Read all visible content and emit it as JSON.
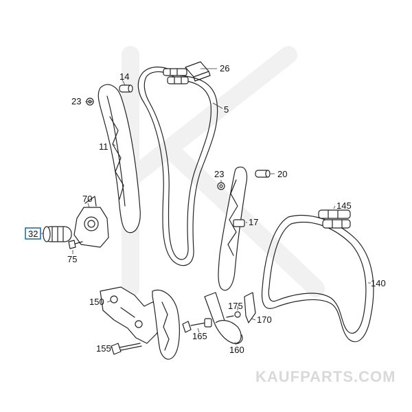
{
  "watermark": {
    "text": "KAUFPARTS.COM"
  },
  "highlight_color": "#1a6fc0",
  "callouts": {
    "p14": "14",
    "p26": "26",
    "p23a": "23",
    "p5": "5",
    "p11": "11",
    "p23b": "23",
    "p20": "20",
    "p70": "70",
    "p145": "145",
    "p17": "17",
    "p32": "32",
    "p75": "75",
    "p140": "140",
    "p150": "150",
    "p175": "175",
    "p170": "170",
    "p165": "165",
    "p155": "155",
    "p160": "160"
  }
}
